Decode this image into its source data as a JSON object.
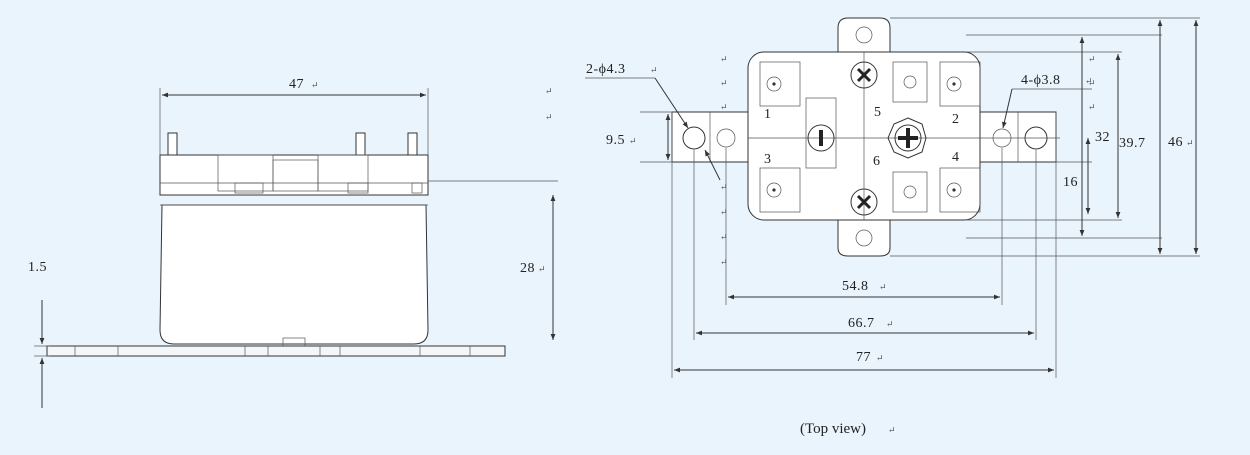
{
  "side_view": {
    "width_label": "47",
    "height_label": "28",
    "thickness_label": "1.5"
  },
  "top_view": {
    "hole_large_label": "2-ϕ4.3",
    "hole_small_label": "4-ϕ3.8",
    "dim_9_5": "9.5",
    "dim_32": "32",
    "dim_39_7": "39.7",
    "dim_46": "46",
    "dim_16": "16",
    "dim_54_8": "54.8",
    "dim_66_7": "66.7",
    "dim_77": "77",
    "terminals": [
      "1",
      "2",
      "3",
      "4",
      "5",
      "6"
    ],
    "caption": "(Top view)"
  },
  "return_mark": "↵",
  "colors": {
    "background": "#eaf4fc",
    "line": "#333333"
  }
}
